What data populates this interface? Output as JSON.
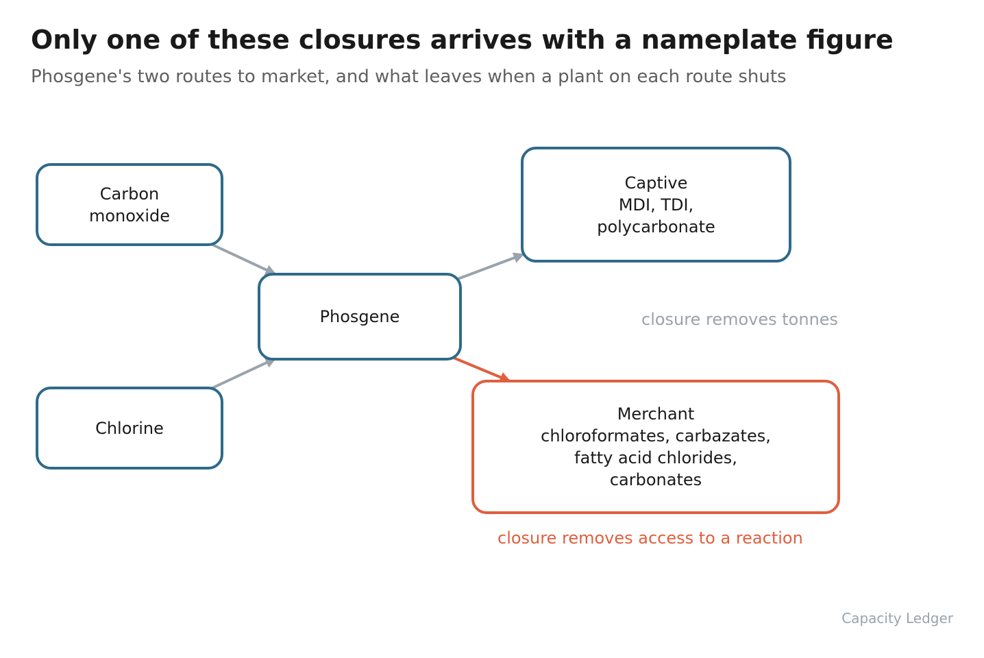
{
  "title": "Only one of these closures arrives with a nameplate figure",
  "subtitle": "Phosgene's two routes to market, and what leaves when a plant on each route shuts",
  "colors": {
    "node_border": "#2e6a8a",
    "highlight": "#e05f3e",
    "arrow_grey": "#9aa3ab",
    "note_grey": "#9aa3ab"
  },
  "nodes": {
    "carbon_monoxide": {
      "lines": [
        "Carbon",
        "monoxide"
      ]
    },
    "chlorine": {
      "lines": [
        "Chlorine"
      ]
    },
    "phosgene": {
      "lines": [
        "Phosgene"
      ]
    },
    "captive": {
      "lines": [
        "Captive",
        "MDI, TDI,",
        "polycarbonate"
      ]
    },
    "merchant": {
      "lines": [
        "Merchant",
        "chloroformates, carbazates,",
        "fatty acid chlorides,",
        "carbonates"
      ]
    }
  },
  "edges": [
    {
      "from": "carbon_monoxide",
      "to": "phosgene",
      "style": "grey"
    },
    {
      "from": "chlorine",
      "to": "phosgene",
      "style": "grey"
    },
    {
      "from": "phosgene",
      "to": "captive",
      "style": "grey"
    },
    {
      "from": "phosgene",
      "to": "merchant",
      "style": "red"
    }
  ],
  "notes": {
    "captive": "closure removes tonnes",
    "merchant": "closure removes access to a reaction"
  },
  "source": "Capacity Ledger"
}
